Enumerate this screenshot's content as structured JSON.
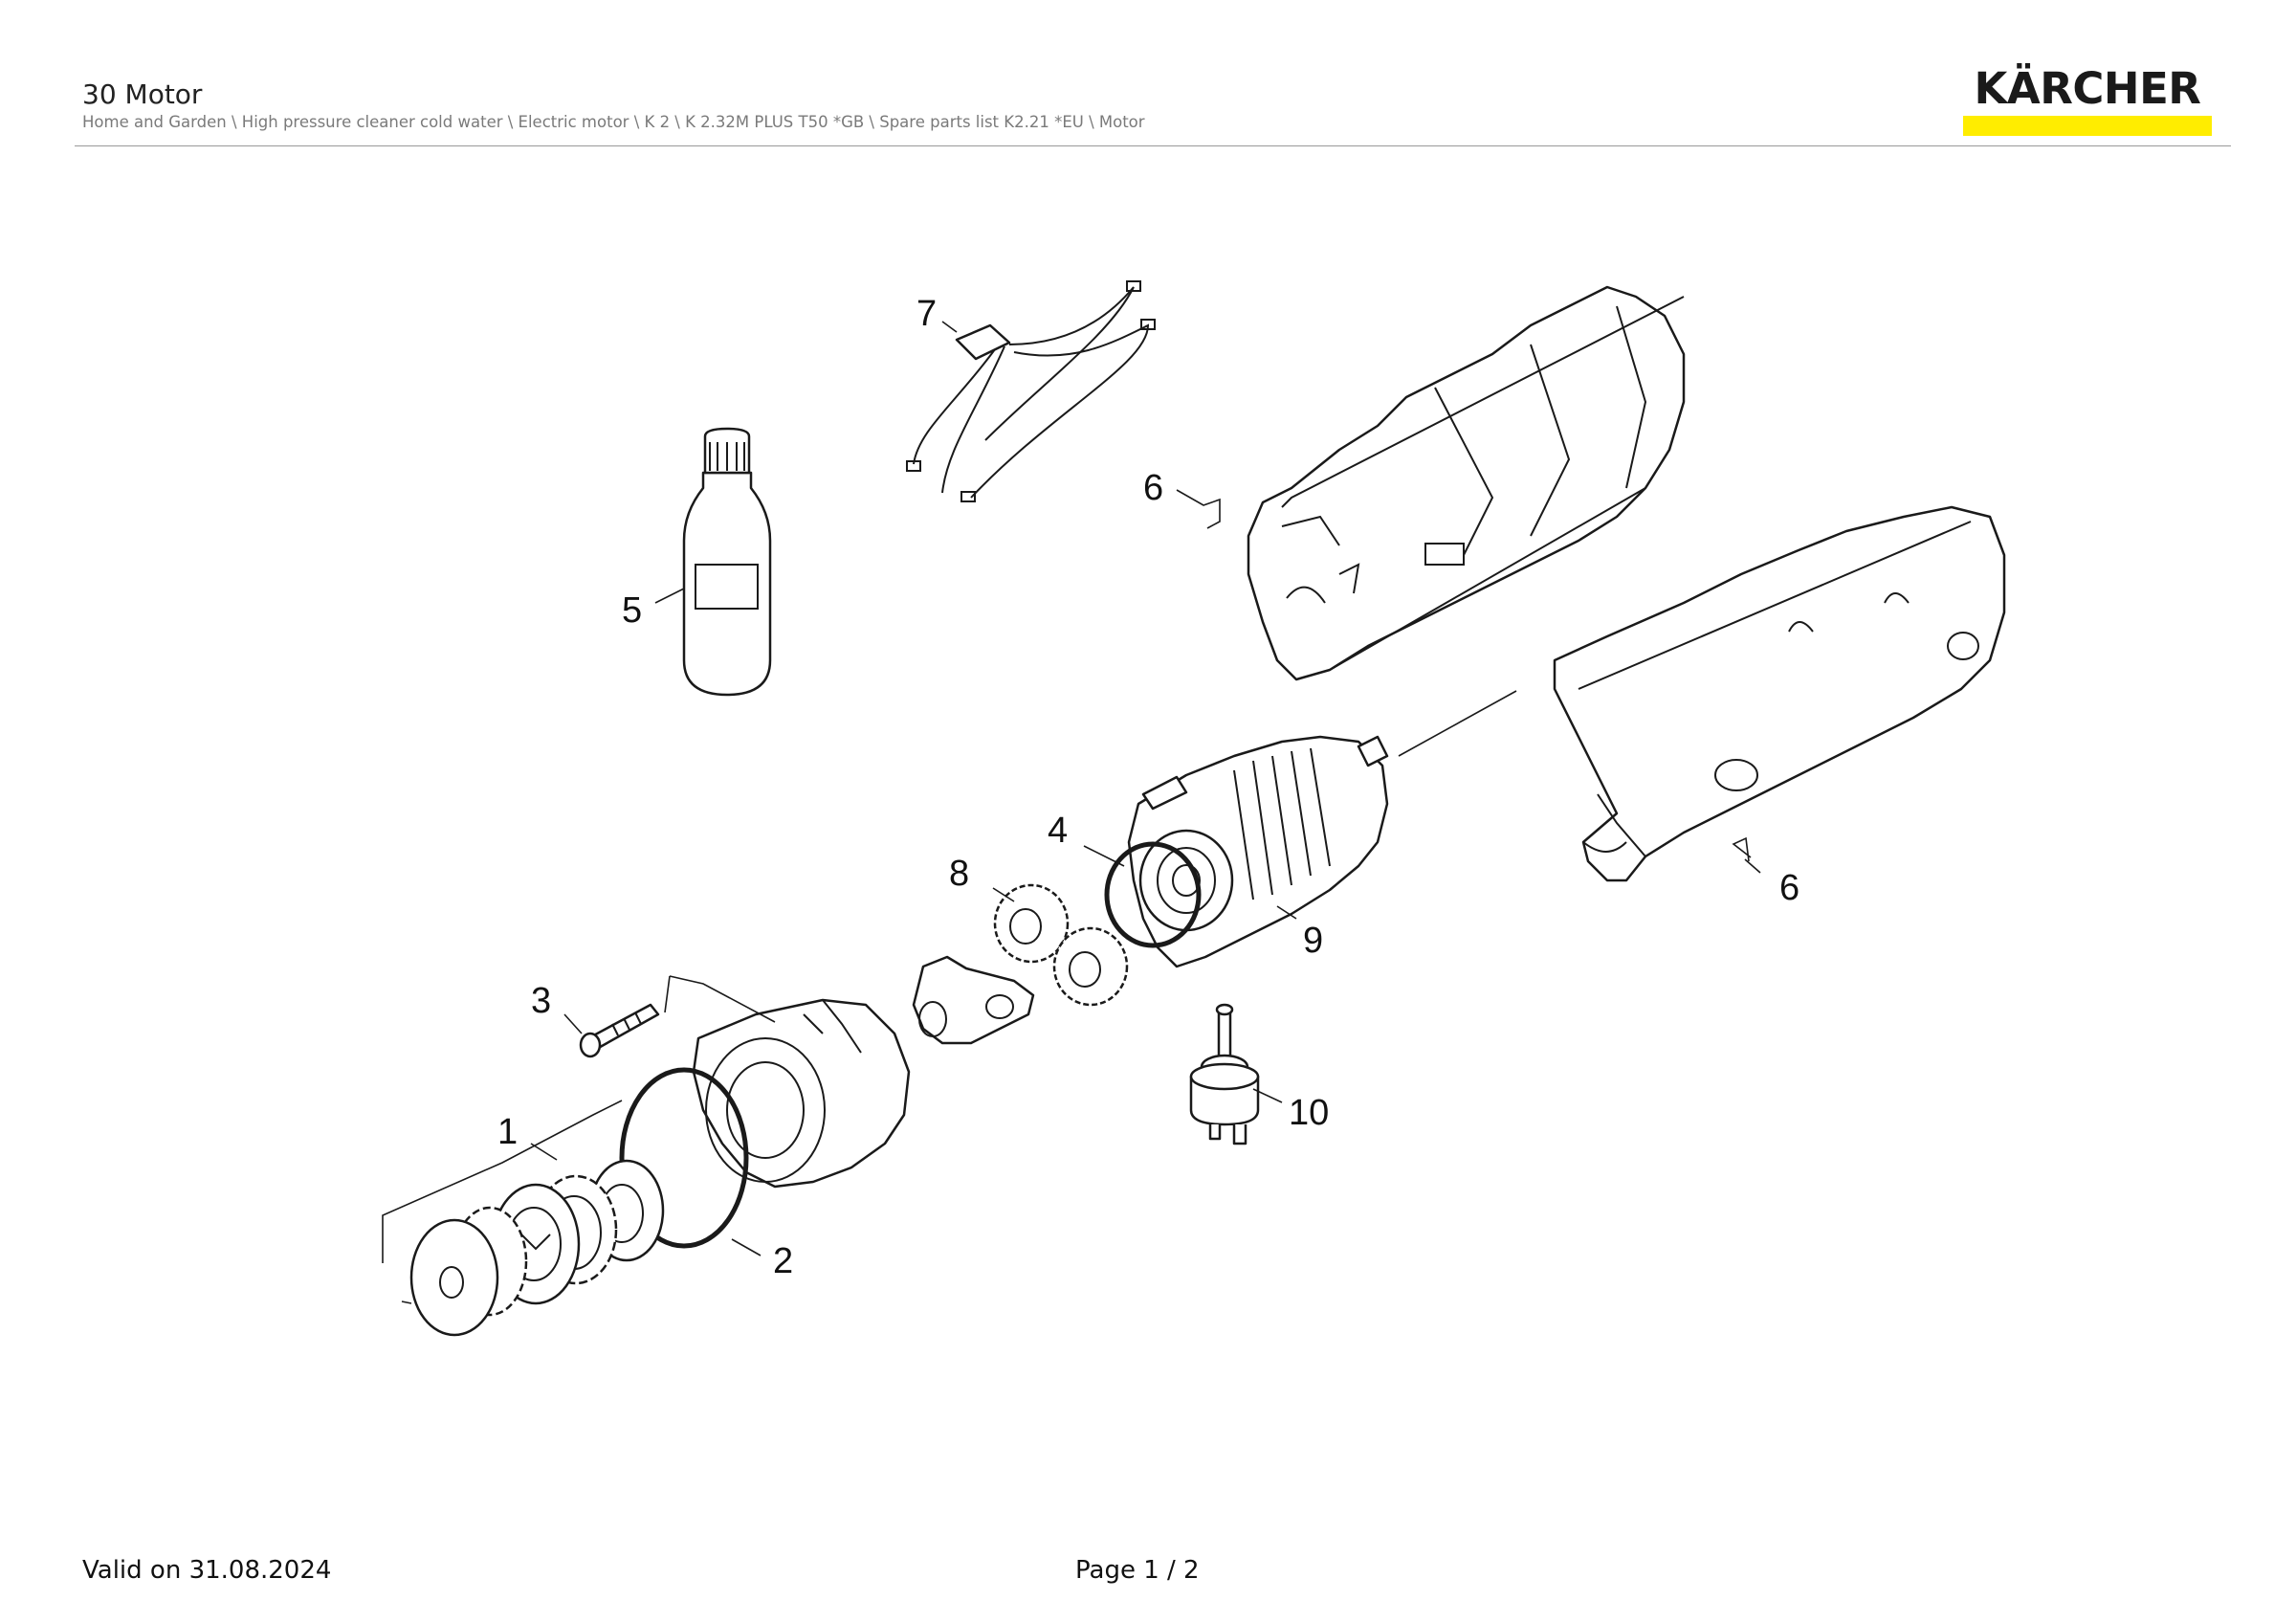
{
  "header": {
    "title": "30 Motor",
    "breadcrumb": "Home and Garden \\ High pressure cleaner cold water \\ Electric motor \\ K 2 \\ K 2.32M PLUS T50 *GB \\ Spare parts list K2.21 *EU \\ Motor"
  },
  "logo": {
    "text": "KÄRCHER",
    "bar_color": "#ffed00"
  },
  "callouts": {
    "c1": "1",
    "c2": "2",
    "c3": "3",
    "c4": "4",
    "c5": "5",
    "c6a": "6",
    "c6b": "6",
    "c7": "7",
    "c8": "8",
    "c9": "9",
    "c10": "10"
  },
  "footer": {
    "valid": "Valid on 31.08.2024",
    "page": "Page 1 / 2"
  }
}
